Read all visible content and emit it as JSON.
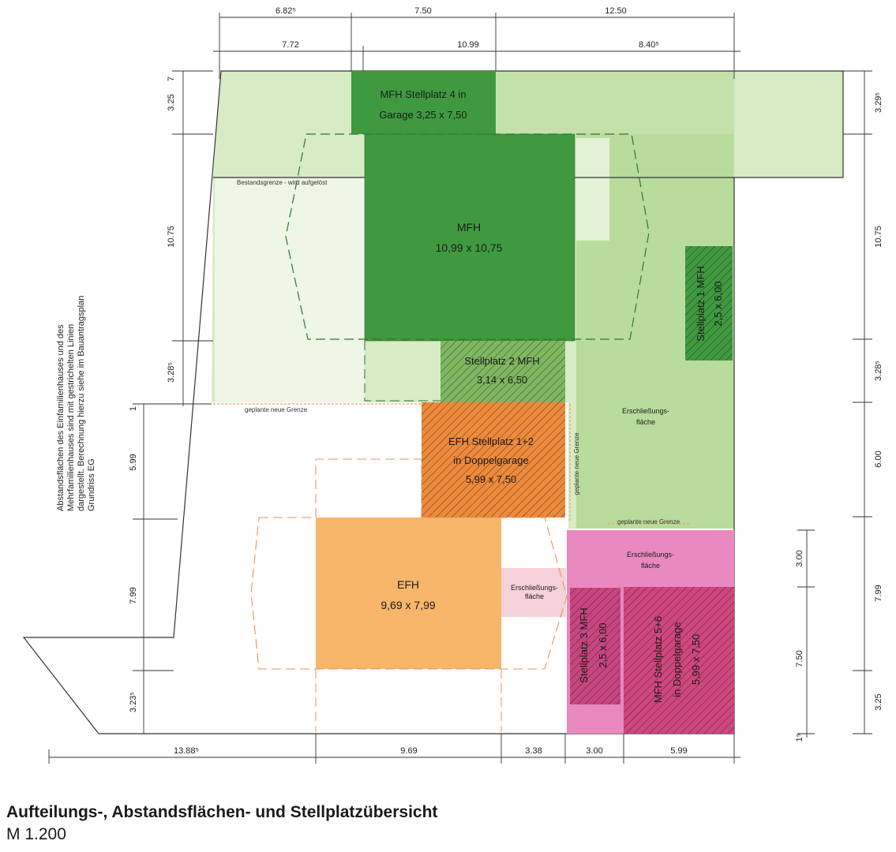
{
  "colors": {
    "light_green": "#d7ebc5",
    "mid_green": "#a9d38e",
    "dark_green": "#3f9a3f",
    "darkest_green": "#2a7a2a",
    "orange": "#f7b66a",
    "dark_orange": "#ee8a3c",
    "pink": "#e989bf",
    "magenta": "#d0467f",
    "light_pink": "#f6d2da",
    "white_area": "#f4f8ef"
  },
  "top_dims": {
    "row1": [
      "6.82⁵",
      "7.50",
      "12.50"
    ],
    "row2": [
      "7.72",
      "10.99",
      "8.40⁵"
    ]
  },
  "left_dims": [
    "7",
    "3.25",
    "10.75",
    "3.28⁵",
    "1",
    "5.99",
    "7.99",
    "3.23⁵"
  ],
  "right_dims": [
    "3.29⁵",
    "10.75",
    "3.28⁵",
    "6.00",
    "7.99",
    "3.25"
  ],
  "right_inner_dims": [
    "3.00",
    "7.50",
    "1⁵"
  ],
  "bottom_dims": [
    "13.88⁵",
    "9.69",
    "3.38",
    "3.00",
    "5.99"
  ],
  "labels": {
    "mfh_stellplatz4": [
      "MFH Stellplatz 4 in",
      "Garage 3,25 x 7,50"
    ],
    "mfh": [
      "MFH",
      "10,99 x 10,75"
    ],
    "stellplatz2": [
      "Stellplatz 2 MFH",
      "3,14 x 6,50"
    ],
    "stellplatz1": [
      "Stellplatz 1 MFH",
      "2,5 x 6,00"
    ],
    "efh_stellplatz": [
      "EFH Stellplatz 1+2",
      "in Doppelgarage",
      "5,99 x 7,50"
    ],
    "efh": [
      "EFH",
      "9,69 x 7,99"
    ],
    "erschliessung_green": [
      "Erschließungs-",
      "fläche"
    ],
    "erschliessung_pink": [
      "Erschließungs-",
      "fläche"
    ],
    "erschliessung_small": [
      "Erschließungs-",
      "fläche"
    ],
    "stellplatz3": [
      "Stellplatz 3 MFH",
      "2,5 x 6,00"
    ],
    "mfh_stellplatz56": [
      "MFH Stellplatz 5+6",
      "in Doppelgarage",
      "5,99 x 7,50"
    ],
    "bestandsgrenze": "Bestandsgrenze - wird aufgelöst",
    "geplante_grenze": "geplante neue Grenze",
    "geplante_grenze_2": "geplante neue Grenze",
    "geplante_grenze_v": "geplante neue Grenze"
  },
  "side_note": [
    "Abstandsflächen des Einfamilienhauses und des",
    "Mehrfamilienhauses sind mit gestrichelten Linien",
    "dargestellt. Berechnung hierzu siehe im Bauantragsplan",
    "Grundriss EG"
  ],
  "caption": {
    "title": "Aufteilungs-, Abstandsflächen- und Stellplatzübersicht",
    "scale": "M 1.200"
  }
}
